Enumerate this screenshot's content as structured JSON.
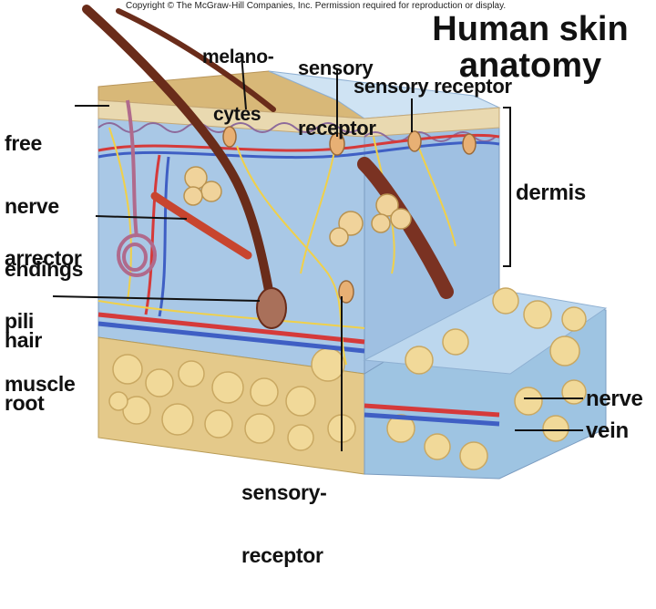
{
  "copyright": "Copyright © The McGraw-Hill Companies, Inc. Permission required for reproduction or display.",
  "title_line1": "Human skin",
  "title_line2": "anatomy",
  "labels": {
    "melanocytes_1": "melano-",
    "melanocytes_2": "cytes",
    "sensory_receptor_top_1": "sensory",
    "sensory_receptor_top_2": "receptor",
    "sensory_receptor_right": "sensory receptor",
    "free_nerve_1": "free",
    "free_nerve_2": "nerve",
    "free_nerve_3": "endings",
    "dermis": "dermis",
    "arrector_1": "arrector",
    "arrector_2": "pili",
    "arrector_3": "muscle",
    "hair_root_1": "hair",
    "hair_root_2": "root",
    "sensory_receptor_bottom_1": "sensory-",
    "sensory_receptor_bottom_2": "receptor",
    "nerve": "nerve",
    "vein": "vein"
  },
  "colors": {
    "dermis_blue": "#a9c8e6",
    "epidermis_tan": "#d8b878",
    "fat_yellow": "#f1d999",
    "artery_red": "#d53a3a",
    "vein_blue": "#3f5fc4",
    "hair_brown": "#6a2c1a",
    "nerve_yellow": "#f0d04a"
  }
}
